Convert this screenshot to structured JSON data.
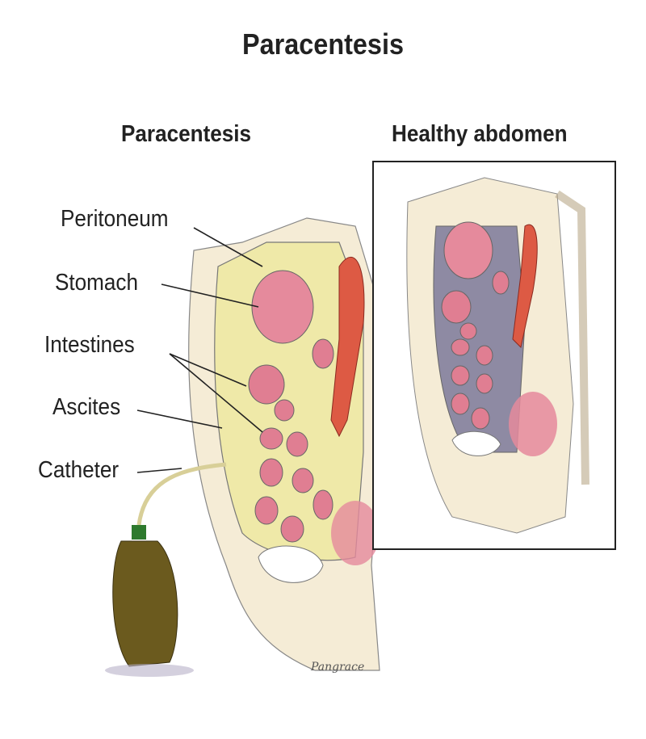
{
  "title": "Paracentesis",
  "panels": {
    "left_title": "Paracentesis",
    "right_title": "Healthy abdomen"
  },
  "labels": {
    "peritoneum": "Peritoneum",
    "stomach": "Stomach",
    "intestines": "Intestines",
    "ascites": "Ascites",
    "catheter": "Catheter"
  },
  "signature": "Pangrace",
  "colors": {
    "ascites_fluid": "#efe9a8",
    "organ_pink": "#e07e92",
    "artery_red": "#d9553f",
    "bottle_brown": "#6b5a1e",
    "cavity_gray": "#8e8aa3"
  }
}
